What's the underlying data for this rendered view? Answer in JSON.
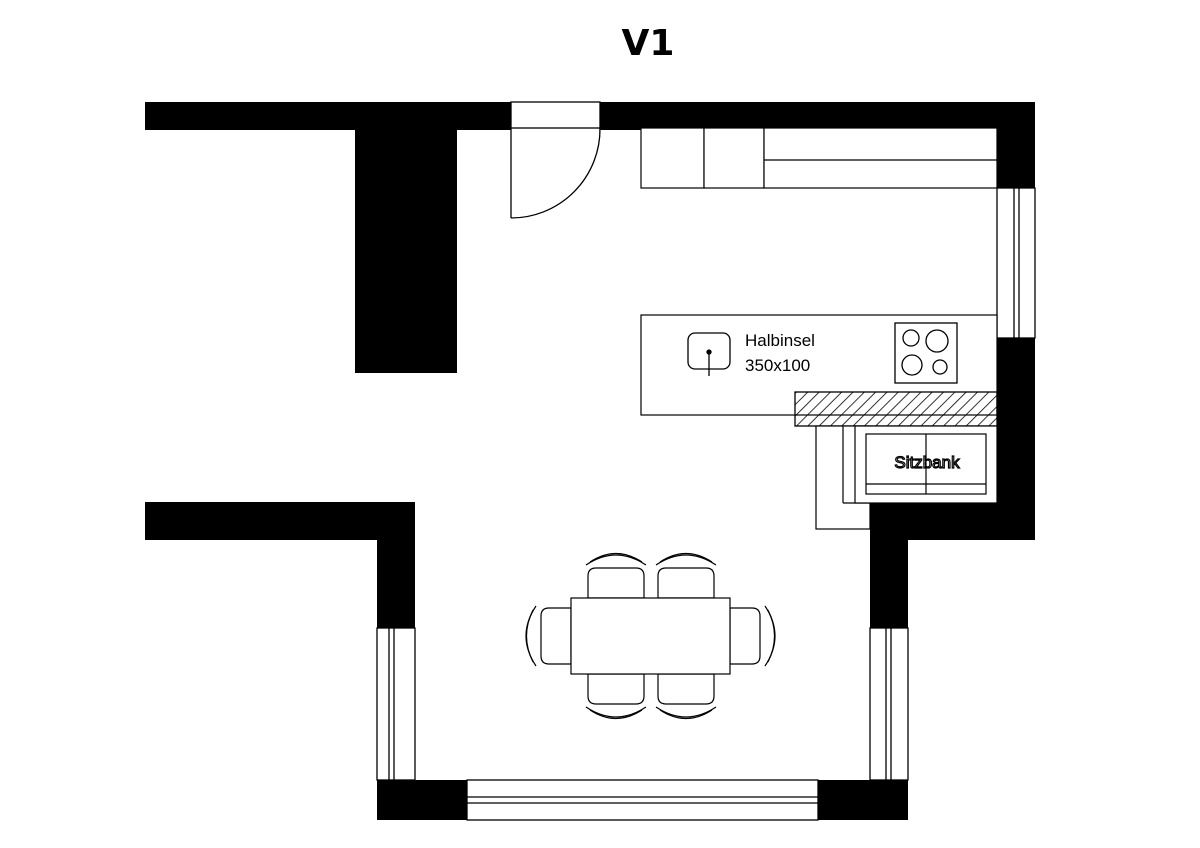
{
  "plan": {
    "title": "V1",
    "peninsula": {
      "name": "Halbinsel",
      "size": "350x100"
    },
    "bench": {
      "name": "Sitzbank"
    }
  },
  "colors": {
    "wall": "#000000",
    "line": "#000000",
    "background": "#ffffff"
  }
}
